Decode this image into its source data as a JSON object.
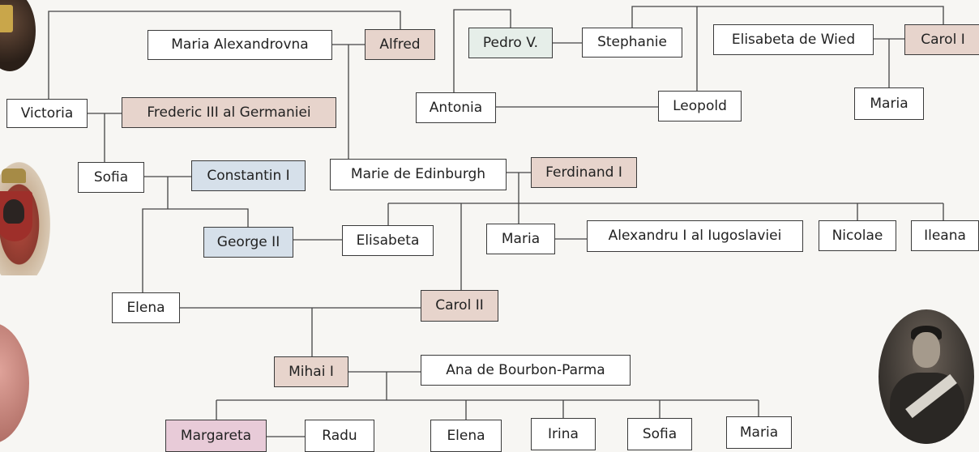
{
  "persons": {
    "victoria": "Victoria",
    "frederic": "Frederic III al Germaniei",
    "maria_alexandrovna": "Maria Alexandrovna",
    "alfred": "Alfred",
    "pedro": "Pedro V.",
    "stephanie": "Stephanie",
    "elisabeta_wied": "Elisabeta de Wied",
    "carol1": "Carol I",
    "antonia": "Antonia",
    "leopold": "Leopold",
    "maria_carol1": "Maria",
    "sofia_greece": "Sofia",
    "constantin": "Constantin I",
    "marie_edinburgh": "Marie de Edinburgh",
    "ferdinand": "Ferdinand I",
    "george2": "George II",
    "elisabeta": "Elisabeta",
    "maria_ferdinand": "Maria",
    "alexandru": "Alexandru I al Iugoslaviei",
    "nicolae": "Nicolae",
    "ileana": "Ileana",
    "elena_greece": "Elena",
    "carol2": "Carol II",
    "mihai": "Mihai I",
    "ana": "Ana de Bourbon-Parma",
    "margareta": "Margareta",
    "radu": "Radu",
    "elena_mihai": "Elena",
    "irina": "Irina",
    "sofia_mihai": "Sofia",
    "maria_mihai": "Maria"
  },
  "colors": {
    "romanian_royal": "#e7d4cc",
    "greek_royal": "#d6e0ea",
    "portuguese_royal": "#e6eee9",
    "current_custodian": "#e8cbd8"
  },
  "images": [
    "crest-image",
    "coat-of-arms-image",
    "portrait-image",
    "portrait-mihai-image"
  ]
}
